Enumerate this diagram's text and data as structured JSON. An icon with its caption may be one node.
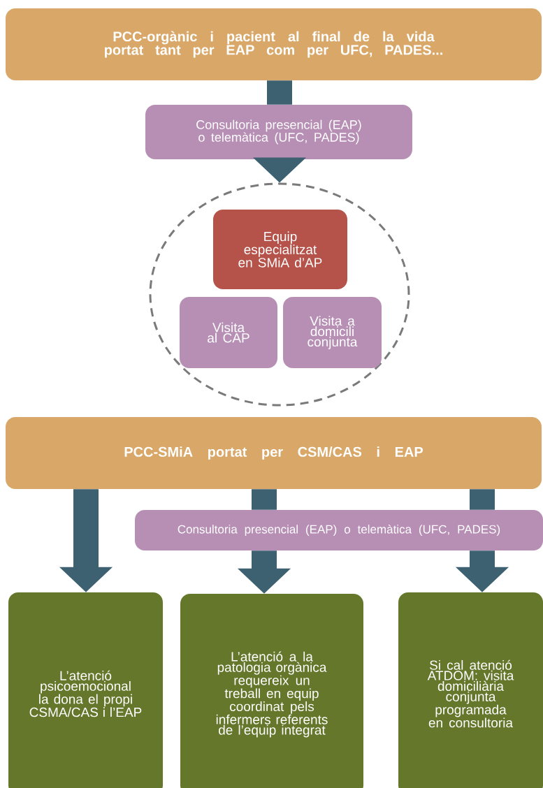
{
  "diagram": {
    "nodes": [
      {
        "text": [
          "PCC-orgànic i pacient al final de la vida portat tant per EAP com per UFC, PADES..."
        ]
      },
      {
        "text": [
          "Consultoria presencial (EAP) o telemàtica (UFC, PADES)"
        ]
      },
      {
        "text": [],
        "shape": "circle"
      },
      {
        "text": [
          "Equip especialitzat en SMiA d’AP"
        ],
        "in": 2
      },
      {
        "text": [
          "Visita al CAP"
        ],
        "in": 2
      },
      {
        "text": [
          "Visita a domicili conjunta"
        ],
        "in": 2
      },
      {
        "text": [
          "PCC-SMiA portat per CSM/CAS i EAP"
        ]
      },
      {
        "text": [
          "Consultoria presencial (EAP) o telemàtica (UFC, PADES)"
        ]
      },
      {
        "text": [
          "L’atenció psicoemocional la dona el propi CSMA/CAS i l’EAP"
        ]
      },
      {
        "text": [
          "L’atenció a la patologia orgànica requereix un treball en equip coordinat pels infermers referents de l’equip integrat"
        ]
      },
      {
        "text": [
          "Si cal atenció ATDOM: visita domiciliària conjunta programada en consultoria"
        ]
      }
    ],
    "edges": [
      {
        "from": 0,
        "to": 1,
        "arrow": "none"
      },
      {
        "from": 1,
        "to": 2,
        "arrow": "to"
      },
      {
        "from": 6,
        "to": 8,
        "arrow": "to"
      },
      {
        "from": 6,
        "to": 7,
        "arrow": "none"
      },
      {
        "from": 7,
        "to": 9,
        "arrow": "to"
      },
      {
        "from": 6,
        "to": 7,
        "arrow": "none"
      },
      {
        "from": 7,
        "to": 10,
        "arrow": "to"
      }
    ]
  }
}
